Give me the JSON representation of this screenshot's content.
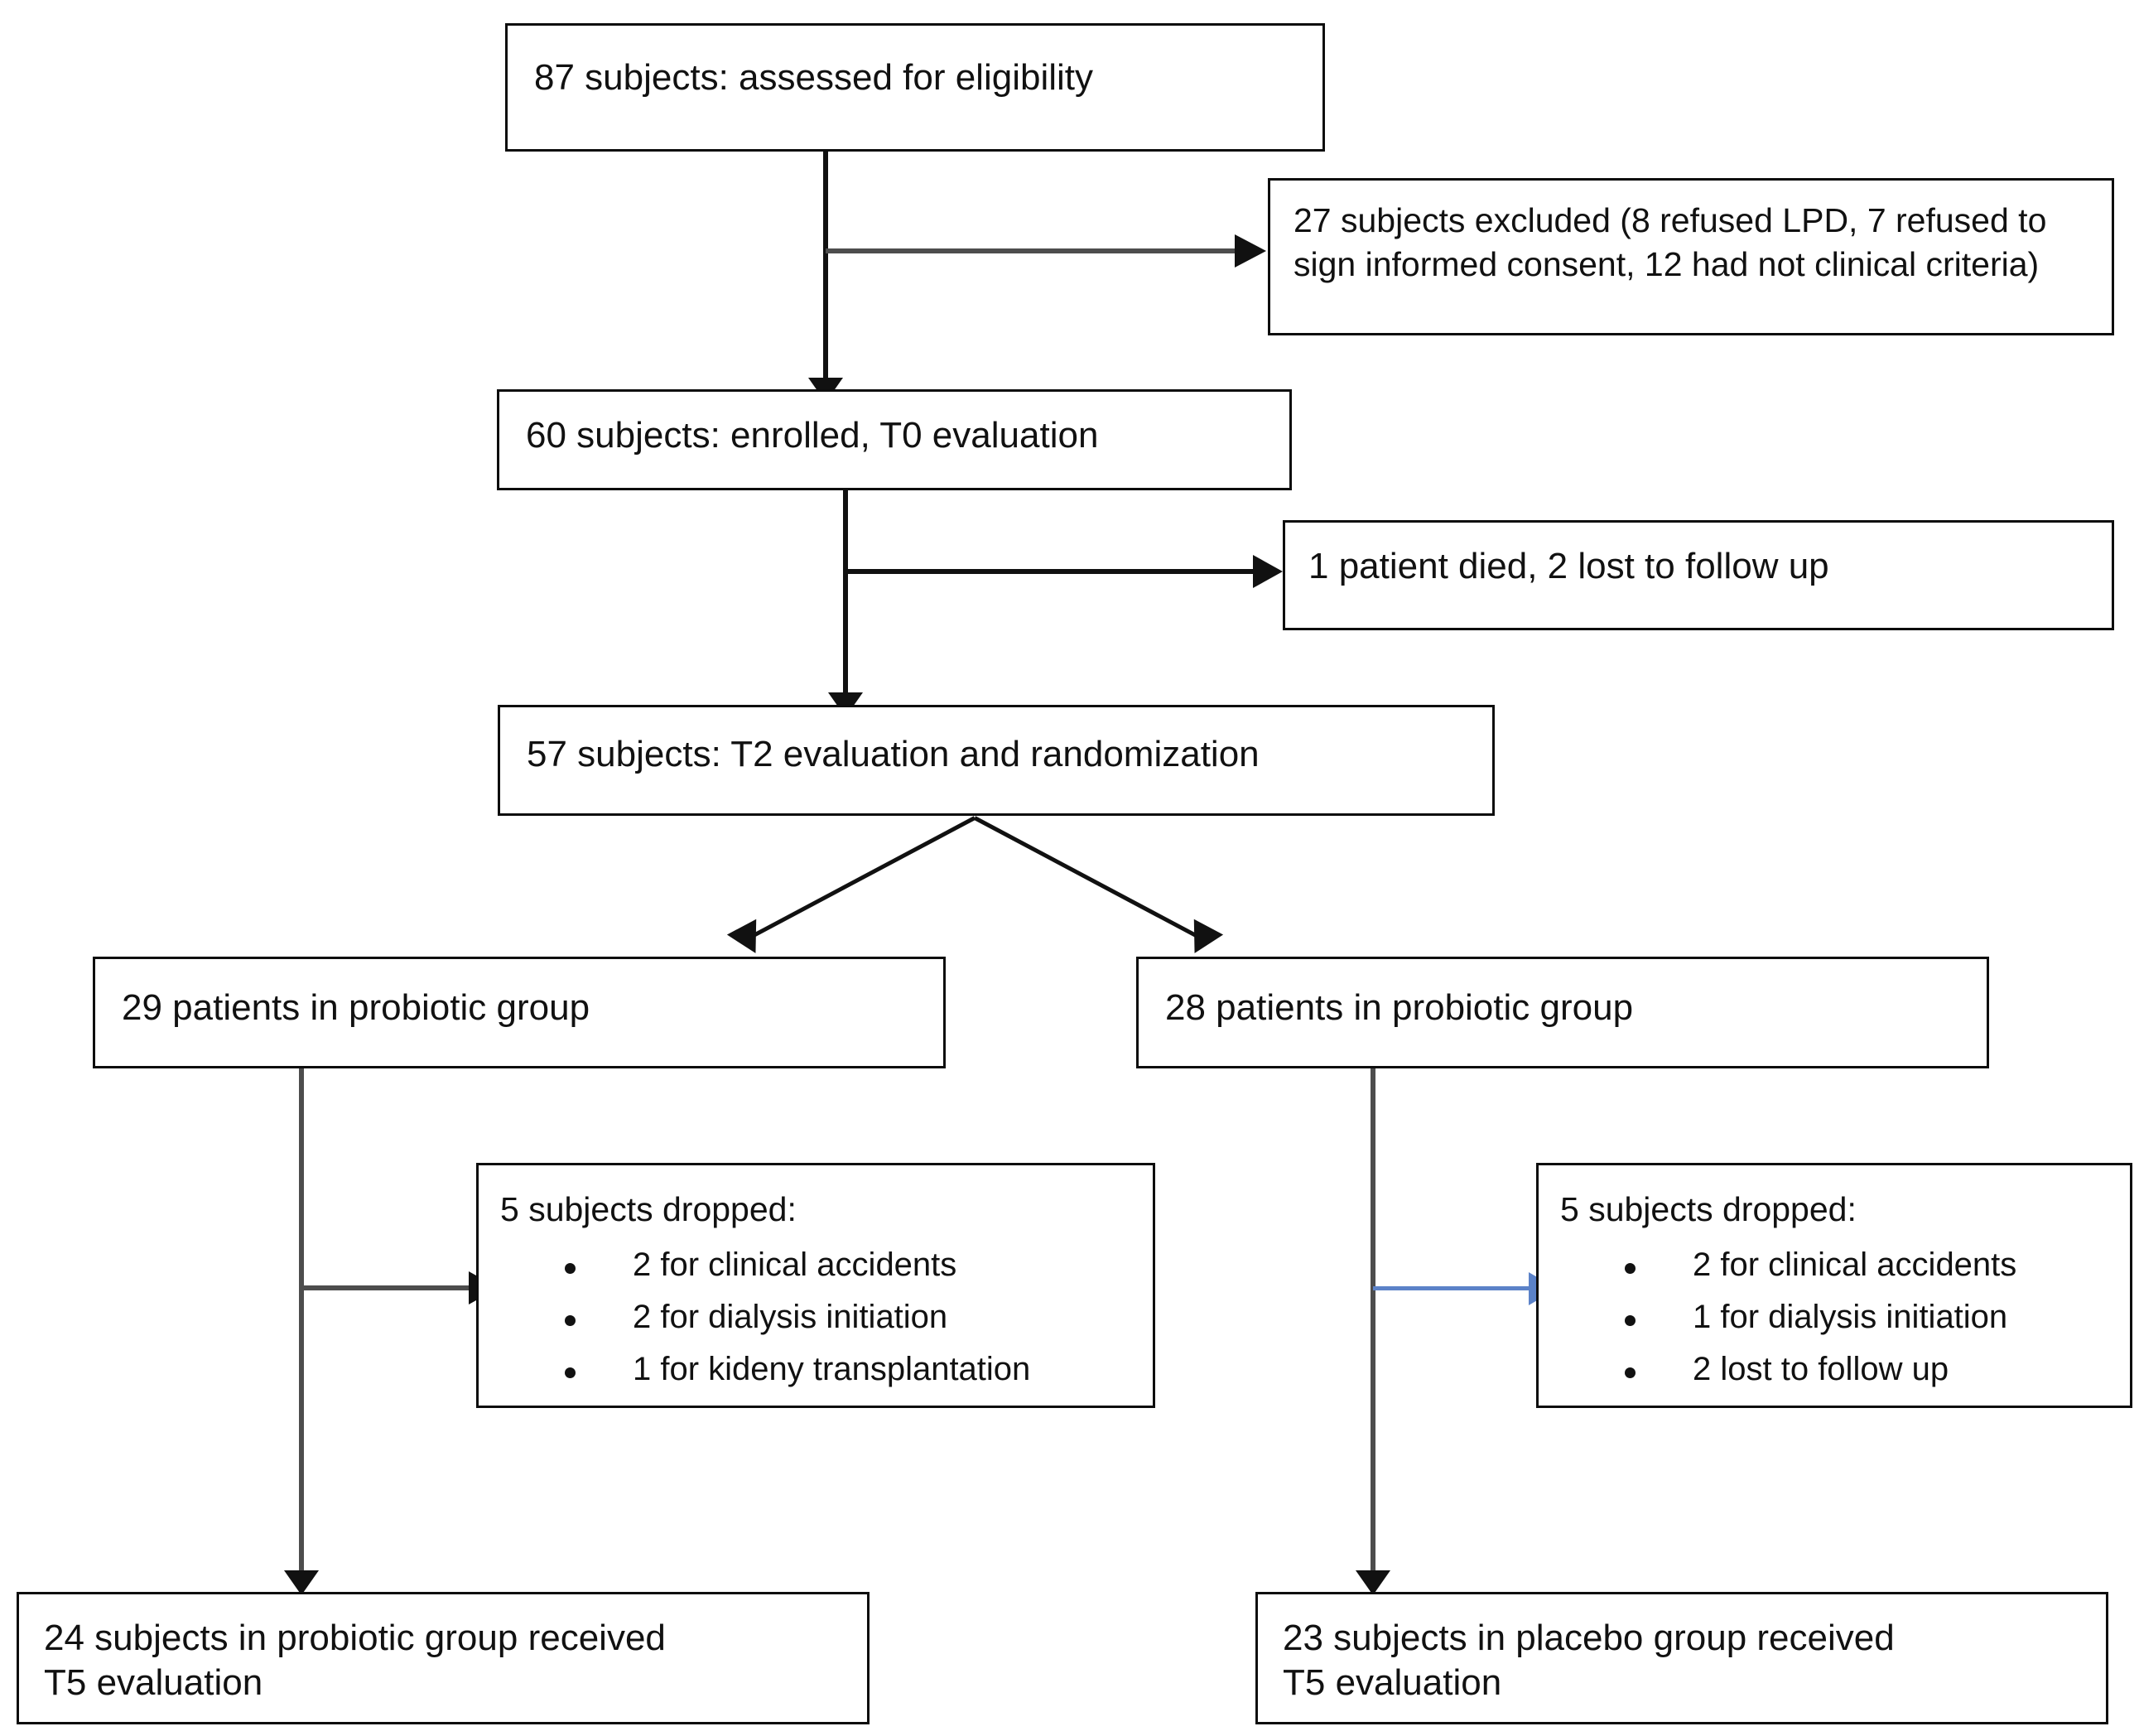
{
  "diagram": {
    "title": "CONSORT participant flow diagram",
    "colors": {
      "box_border": "#0d0d0d",
      "text": "#111111",
      "arrow_black": "#111111",
      "arrow_gray": "#4d4d4d",
      "arrow_blue": "#5b82c8",
      "background": "#ffffff"
    },
    "nodes": {
      "assessed": {
        "text": "87 subjects: assessed for eligibility"
      },
      "excluded": {
        "text": "27 subjects excluded (8 refused LPD, 7 refused to sign informed consent, 12 had not clinical criteria)"
      },
      "enrolled": {
        "text": "60 subjects: enrolled, T0 evaluation"
      },
      "attrition_t0": {
        "text": "1 patient died, 2 lost to follow up"
      },
      "randomized": {
        "text": "57 subjects: T2 evaluation and randomization"
      },
      "arm_left": {
        "text": "29 patients in probiotic group"
      },
      "arm_right": {
        "text": "28 patients in probiotic group"
      },
      "dropped_left": {
        "heading": "5 subjects dropped:",
        "items": [
          "2 for clinical accidents",
          "2 for dialysis initiation",
          "1 for kideny transplantation"
        ]
      },
      "dropped_right": {
        "heading": "5 subjects dropped:",
        "items": [
          "2 for clinical accidents",
          "1 for dialysis initiation",
          "2 lost to follow up"
        ]
      },
      "final_left": {
        "text": "24 subjects in probiotic group received\nT5 evaluation"
      },
      "final_right": {
        "text": "23 subjects in placebo group received\nT5 evaluation"
      }
    },
    "edges": [
      {
        "name": "assessed-to-enrolled",
        "type": "vertical-arrow",
        "color": "#111111"
      },
      {
        "name": "assessed-to-excluded",
        "type": "horizontal-arrow",
        "color": "#4d4d4d"
      },
      {
        "name": "enrolled-to-randomized",
        "type": "vertical-arrow",
        "color": "#111111"
      },
      {
        "name": "enrolled-to-attrition",
        "type": "horizontal-arrow",
        "color": "#111111"
      },
      {
        "name": "randomized-to-arm-left",
        "type": "diagonal-arrow",
        "color": "#111111"
      },
      {
        "name": "randomized-to-arm-right",
        "type": "diagonal-arrow",
        "color": "#111111"
      },
      {
        "name": "arm-left-to-final-left",
        "type": "vertical-arrow",
        "color": "#4d4d4d"
      },
      {
        "name": "arm-left-to-dropped-left",
        "type": "horizontal-arrow",
        "color": "#4d4d4d"
      },
      {
        "name": "arm-right-to-final-right",
        "type": "vertical-arrow",
        "color": "#4d4d4d"
      },
      {
        "name": "arm-right-to-dropped-right",
        "type": "horizontal-arrow",
        "color": "#5b82c8"
      }
    ]
  }
}
